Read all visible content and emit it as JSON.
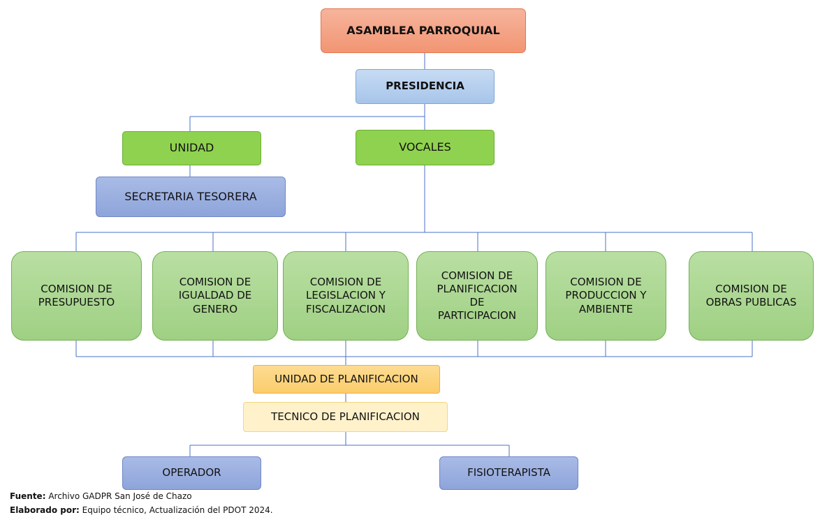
{
  "nodes": {
    "asamblea": "ASAMBLEA PARROQUIAL",
    "presidencia": "PRESIDENCIA",
    "unidad": "UNIDAD",
    "vocales": "VOCALES",
    "secretaria": "SECRETARIA TESORERA",
    "comisiones": [
      "COMISION DE\nPRESUPUESTO",
      "COMISION DE\nIGUALDAD DE\nGENERO",
      "COMISION DE\nLEGISLACION Y\nFISCALIZACION",
      "COMISION DE\nPLANIFICACION\nDE\nPARTICIPACION",
      "COMISION DE\nPRODUCCION Y\nAMBIENTE",
      "COMISION DE\nOBRAS PUBLICAS"
    ],
    "unidad_planificacion": "UNIDAD DE PLANIFICACION",
    "tecnico_planificacion": "TECNICO DE PLANIFICACION",
    "operador": "OPERADOR",
    "fisioterapista": "FISIOTERAPISTA"
  },
  "footer": {
    "source_label": "Fuente:",
    "source_value": "Archivo GADPR San José de Chazo",
    "author_label": "Elaborado por:",
    "author_value": "Equipo técnico, Actualización del PDOT 2024."
  },
  "colors": {
    "connector": "#4a72c4",
    "salmon": "#f29573",
    "light_blue": "#a7c5ea",
    "green": "#8fd24f",
    "slate_blue": "#8ea4da",
    "comision_green": "#a9d58e",
    "orange": "#fbcc6a",
    "cream": "#fff2cb"
  }
}
